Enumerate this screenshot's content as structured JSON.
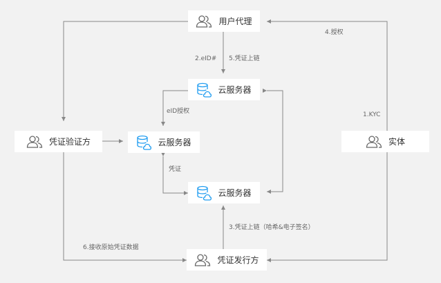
{
  "nodes": {
    "user_agent": "用户代理",
    "cloud_top": "云服务器",
    "cloud_mid": "云服务器",
    "cloud_bottom": "云服务器",
    "verifier": "凭证验证方",
    "entity": "实体",
    "issuer": "凭证发行方"
  },
  "edges": {
    "authorize": "4.授权",
    "eid": "2.eID#",
    "to_chain": "5.凭证上链",
    "eid_auth": "eID授权",
    "kyc": "1.KYC",
    "credential": "凭证",
    "chain_hash": "3.凭证上链（哈希&电子签名）",
    "receive_data": "6.接收原始凭证数据"
  },
  "colors": {
    "background": "#f2f2f2",
    "node": "#ffffff",
    "line": "#888888",
    "person_icon": "#666666",
    "server_icon": "#1e9cf0"
  },
  "icons": {
    "person": "users-icon",
    "server": "cloud-server-icon"
  }
}
